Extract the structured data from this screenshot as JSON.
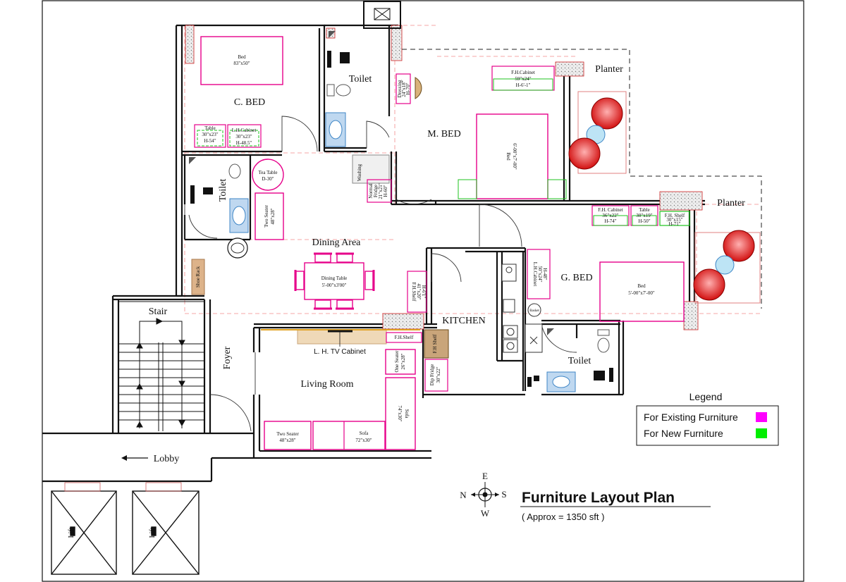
{
  "title": "Furniture Layout Plan",
  "subtitle": "( Approx = 1350 sft )",
  "rooms": {
    "c_bed": "C. BED",
    "m_bed": "M. BED",
    "g_bed": "G. BED",
    "toilet": "Toilet",
    "dining": "Dining Area",
    "kitchen": "KITCHEN",
    "living": "Living Room",
    "foyer": "Foyer",
    "stair": "Stair",
    "lobby": "Lobby",
    "lift": "Lift",
    "planter": "Planter"
  },
  "furniture": {
    "cbed_bed": [
      "Bed",
      "83\"x50\""
    ],
    "cbed_table": [
      "Table",
      "30\"x23\"",
      "H-54\""
    ],
    "cbed_cabinet": [
      "L.H.Cabinet",
      "30\"x23\"",
      "H-48.5\""
    ],
    "tea_table": [
      "Tea Table",
      "D-30\""
    ],
    "two_seater_small": [
      "Two Seater",
      "48\"x28\""
    ],
    "dressing": [
      "Dressing",
      "24\"x18\"",
      "H-70\""
    ],
    "mbed_cabinet": [
      "F.H.Cabinet",
      "59\"x24\"",
      "H-6'-1\""
    ],
    "mbed_bed": [
      "Bed",
      "6'-00\"x7'-00\""
    ],
    "washing": "Washing",
    "fridge": [
      "Normal",
      "Fridge",
      "21\"x21\"",
      "H-60\""
    ],
    "dining_table": [
      "Dining Table",
      "5'-00\"x3'00\""
    ],
    "fh_shelf_small": [
      "F.H.Shelf",
      "41\"x20\"",
      "H-6'1\""
    ],
    "lh_cabinet_k": [
      "L.H.Cabinet",
      "50\"x24\"",
      "H-48\""
    ],
    "fh_shelf_k": "F.H Shelf",
    "dip_fridge": [
      "Dip Fridge",
      "30\"x22\""
    ],
    "gbed_cabinet": [
      "F.H. Cabinet",
      "36\"x22\"",
      "H-74\""
    ],
    "gbed_table": [
      "Table",
      "30\"x19\"",
      "H-50\""
    ],
    "gbed_shelf": [
      "F.H. Shelf",
      "30\"x15\"",
      "H-71\""
    ],
    "gbed_bed": [
      "Bed",
      "5'-00\"x7'-00\""
    ],
    "tv_cabinet": "L. H. TV Cabinet",
    "fh_shelf_living": "F.H.Shelf",
    "one_seater": [
      "One Seater",
      "26\"x28\""
    ],
    "sofa_side": [
      "Sofa",
      "74\"x30\""
    ],
    "two_seater_living": [
      "Two Seater",
      "48\"x28\""
    ],
    "sofa_front": [
      "Sofa",
      "72\"x30\""
    ],
    "shoe_rack": "Shoe Rack",
    "basket": "Basket"
  },
  "compass": {
    "n": "N",
    "e": "E",
    "s": "S",
    "w": "W"
  },
  "legend": {
    "title": "Legend",
    "existing_label": "For Existing Furniture",
    "existing_color": "#ff00ff",
    "new_label": "For New Furniture",
    "new_color": "#00ee00"
  },
  "colors": {
    "wall": "#111111",
    "existing": "#e6008a",
    "new": "#1fc31f",
    "grid": "#f28a8a",
    "fixture": "#3f86c6",
    "shelf": "#c9a57a"
  }
}
